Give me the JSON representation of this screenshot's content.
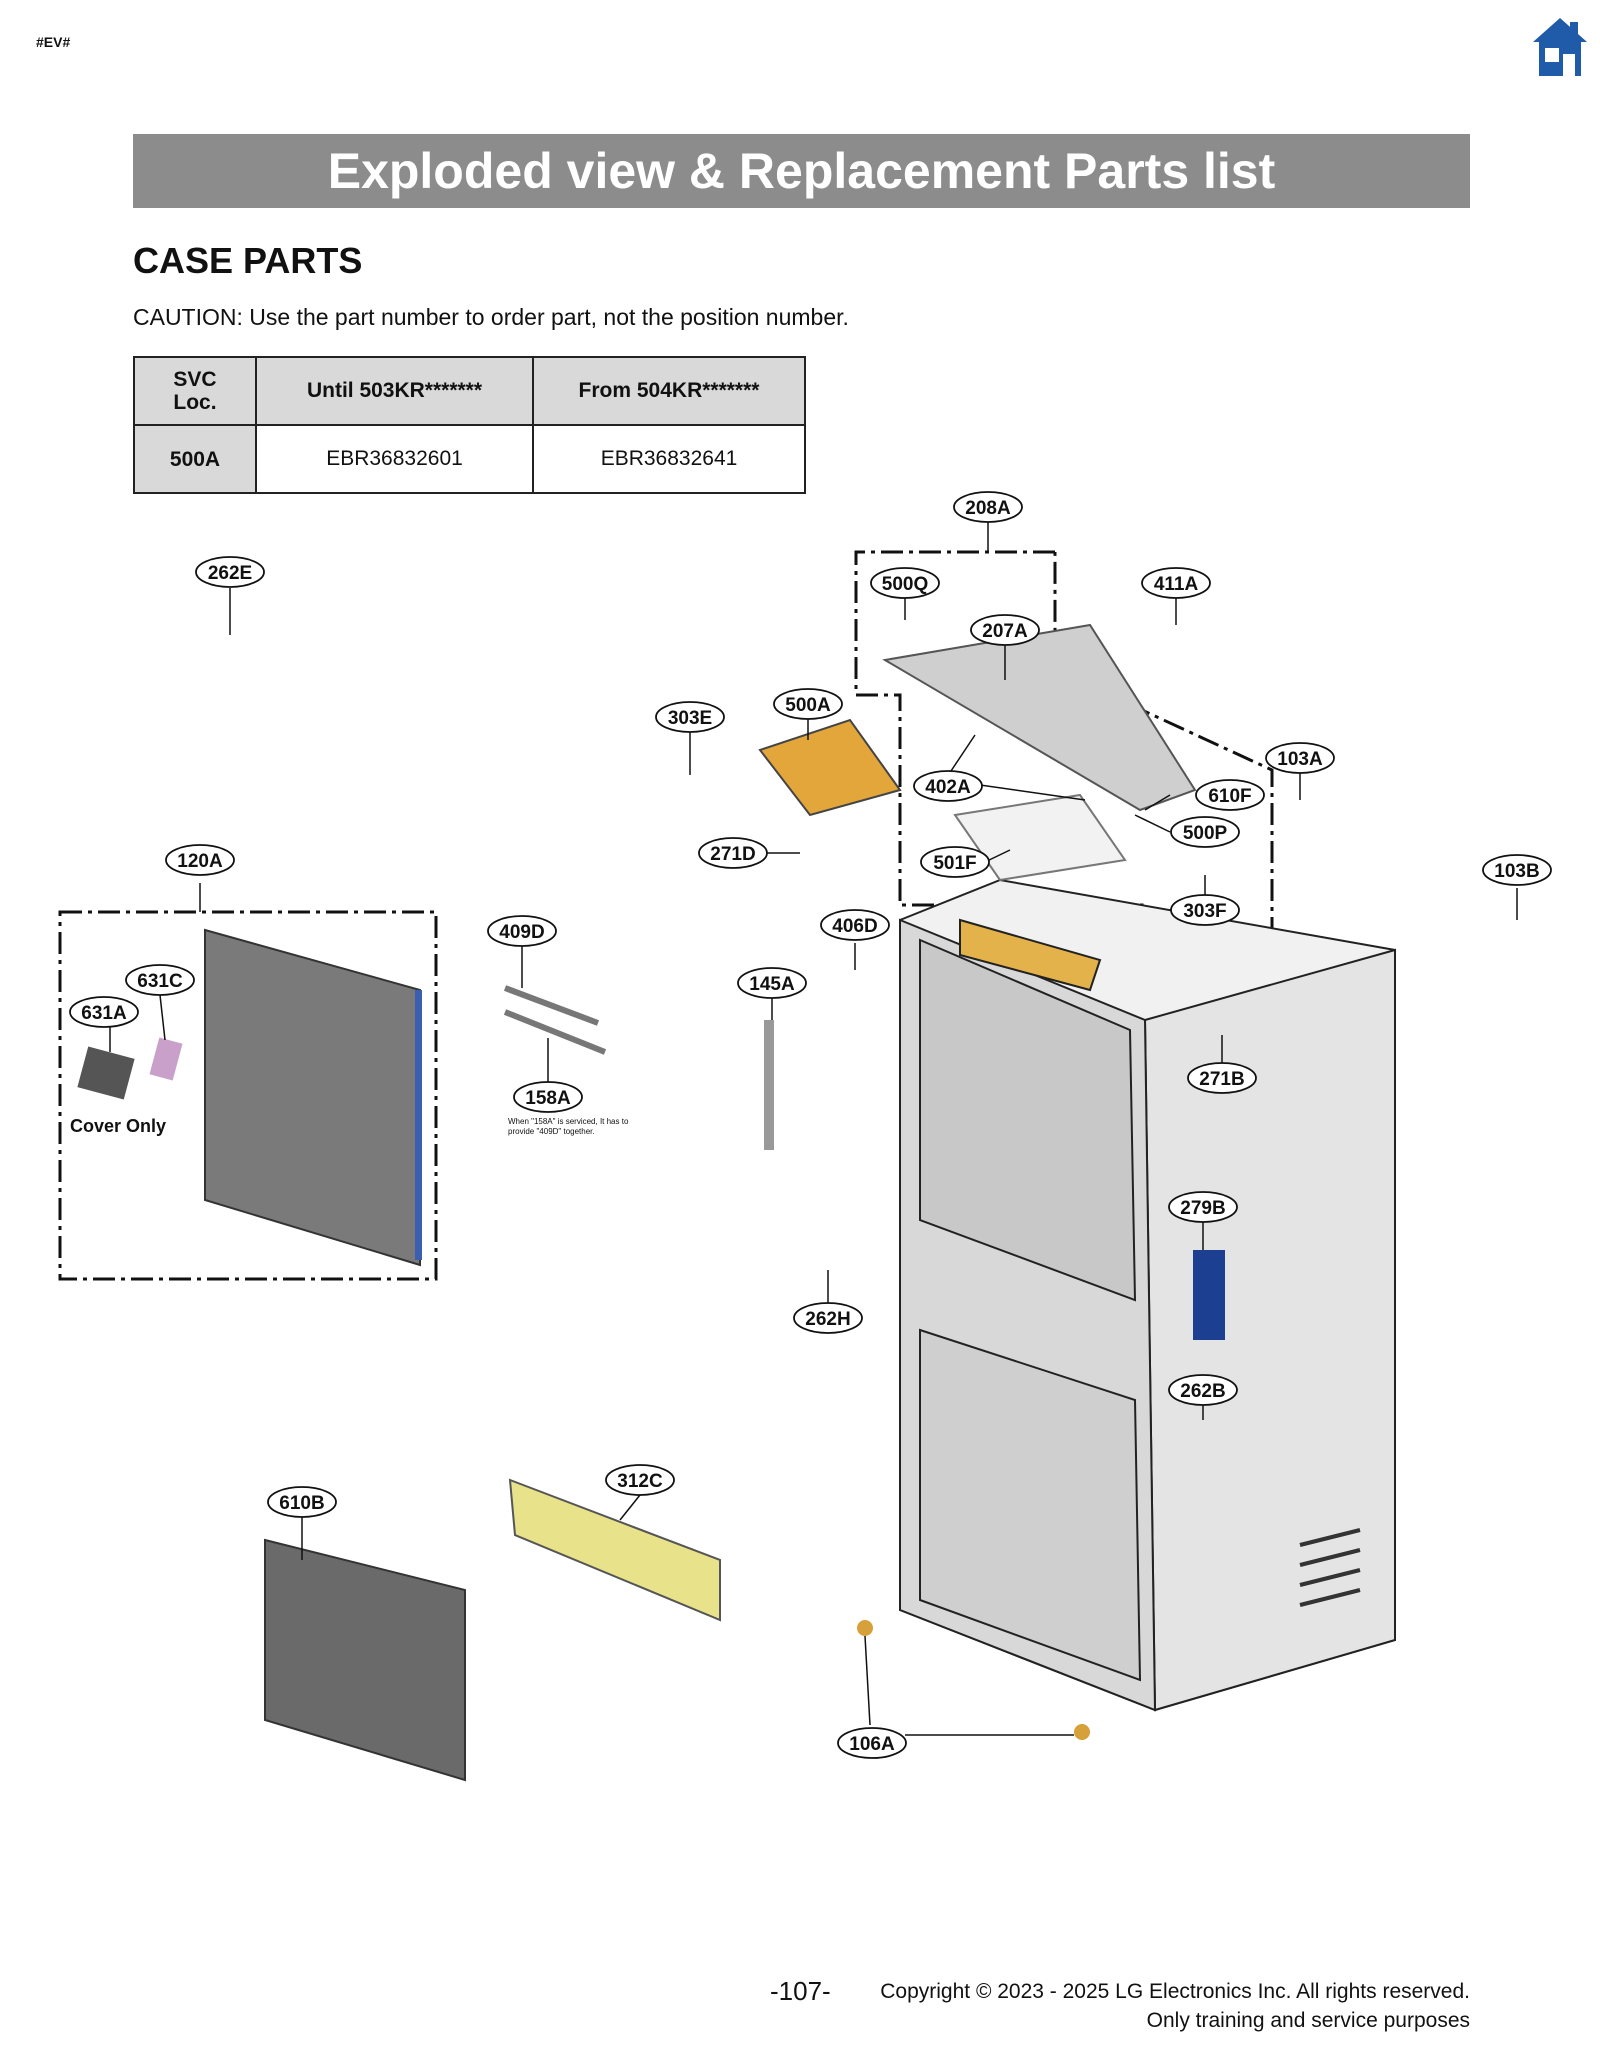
{
  "header": {
    "tag": "#EV#",
    "home_icon": "home-icon"
  },
  "banner": {
    "title": "Exploded view & Replacement Parts list"
  },
  "section": {
    "title": "CASE PARTS",
    "caution": "CAUTION: Use the part number to order part, not the position number."
  },
  "svc_table": {
    "headers": [
      "SVC Loc.",
      "Until 503KR*******",
      "From 504KR*******"
    ],
    "rows": [
      {
        "loc": "500A",
        "until": "EBR36832601",
        "from": "EBR36832641"
      }
    ]
  },
  "callouts": [
    "208A",
    "262E",
    "500Q",
    "411A",
    "207A",
    "303E",
    "500A",
    "103A",
    "402A",
    "610F",
    "500P",
    "271D",
    "120A",
    "501F",
    "103B",
    "303F",
    "406D",
    "409D",
    "631C",
    "145A",
    "631A",
    "271B",
    "158A",
    "279B",
    "262H",
    "262B",
    "312C",
    "610B",
    "106A"
  ],
  "notes": {
    "cover_only": "Cover Only",
    "service_note": "When \"158A\" is serviced, It has to provide \"409D\" together."
  },
  "footer": {
    "page": "-107-",
    "copyright": "Copyright © 2023 - 2025 LG Electronics Inc. All rights reserved.",
    "purpose": "Only training and service purposes"
  },
  "colors": {
    "banner": "#8c8c8c",
    "home_icon": "#1f5ba8",
    "table_header": "#d9d9d9"
  }
}
